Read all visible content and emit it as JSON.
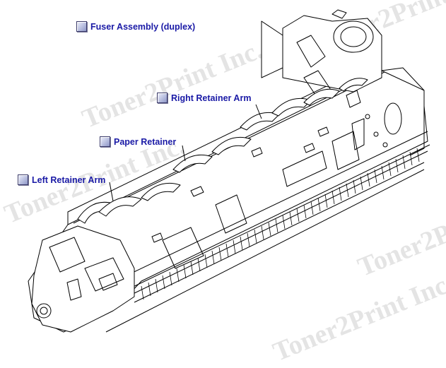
{
  "diagram": {
    "watermark_text": "Toner2Print Inc.",
    "callouts": [
      {
        "id": "fuser-assembly",
        "label": "Fuser Assembly (duplex)"
      },
      {
        "id": "right-retainer-arm",
        "label": "Right Retainer Arm"
      },
      {
        "id": "paper-retainer",
        "label": "Paper Retainer"
      },
      {
        "id": "left-retainer-arm",
        "label": "Left Retainer Arm"
      }
    ]
  }
}
